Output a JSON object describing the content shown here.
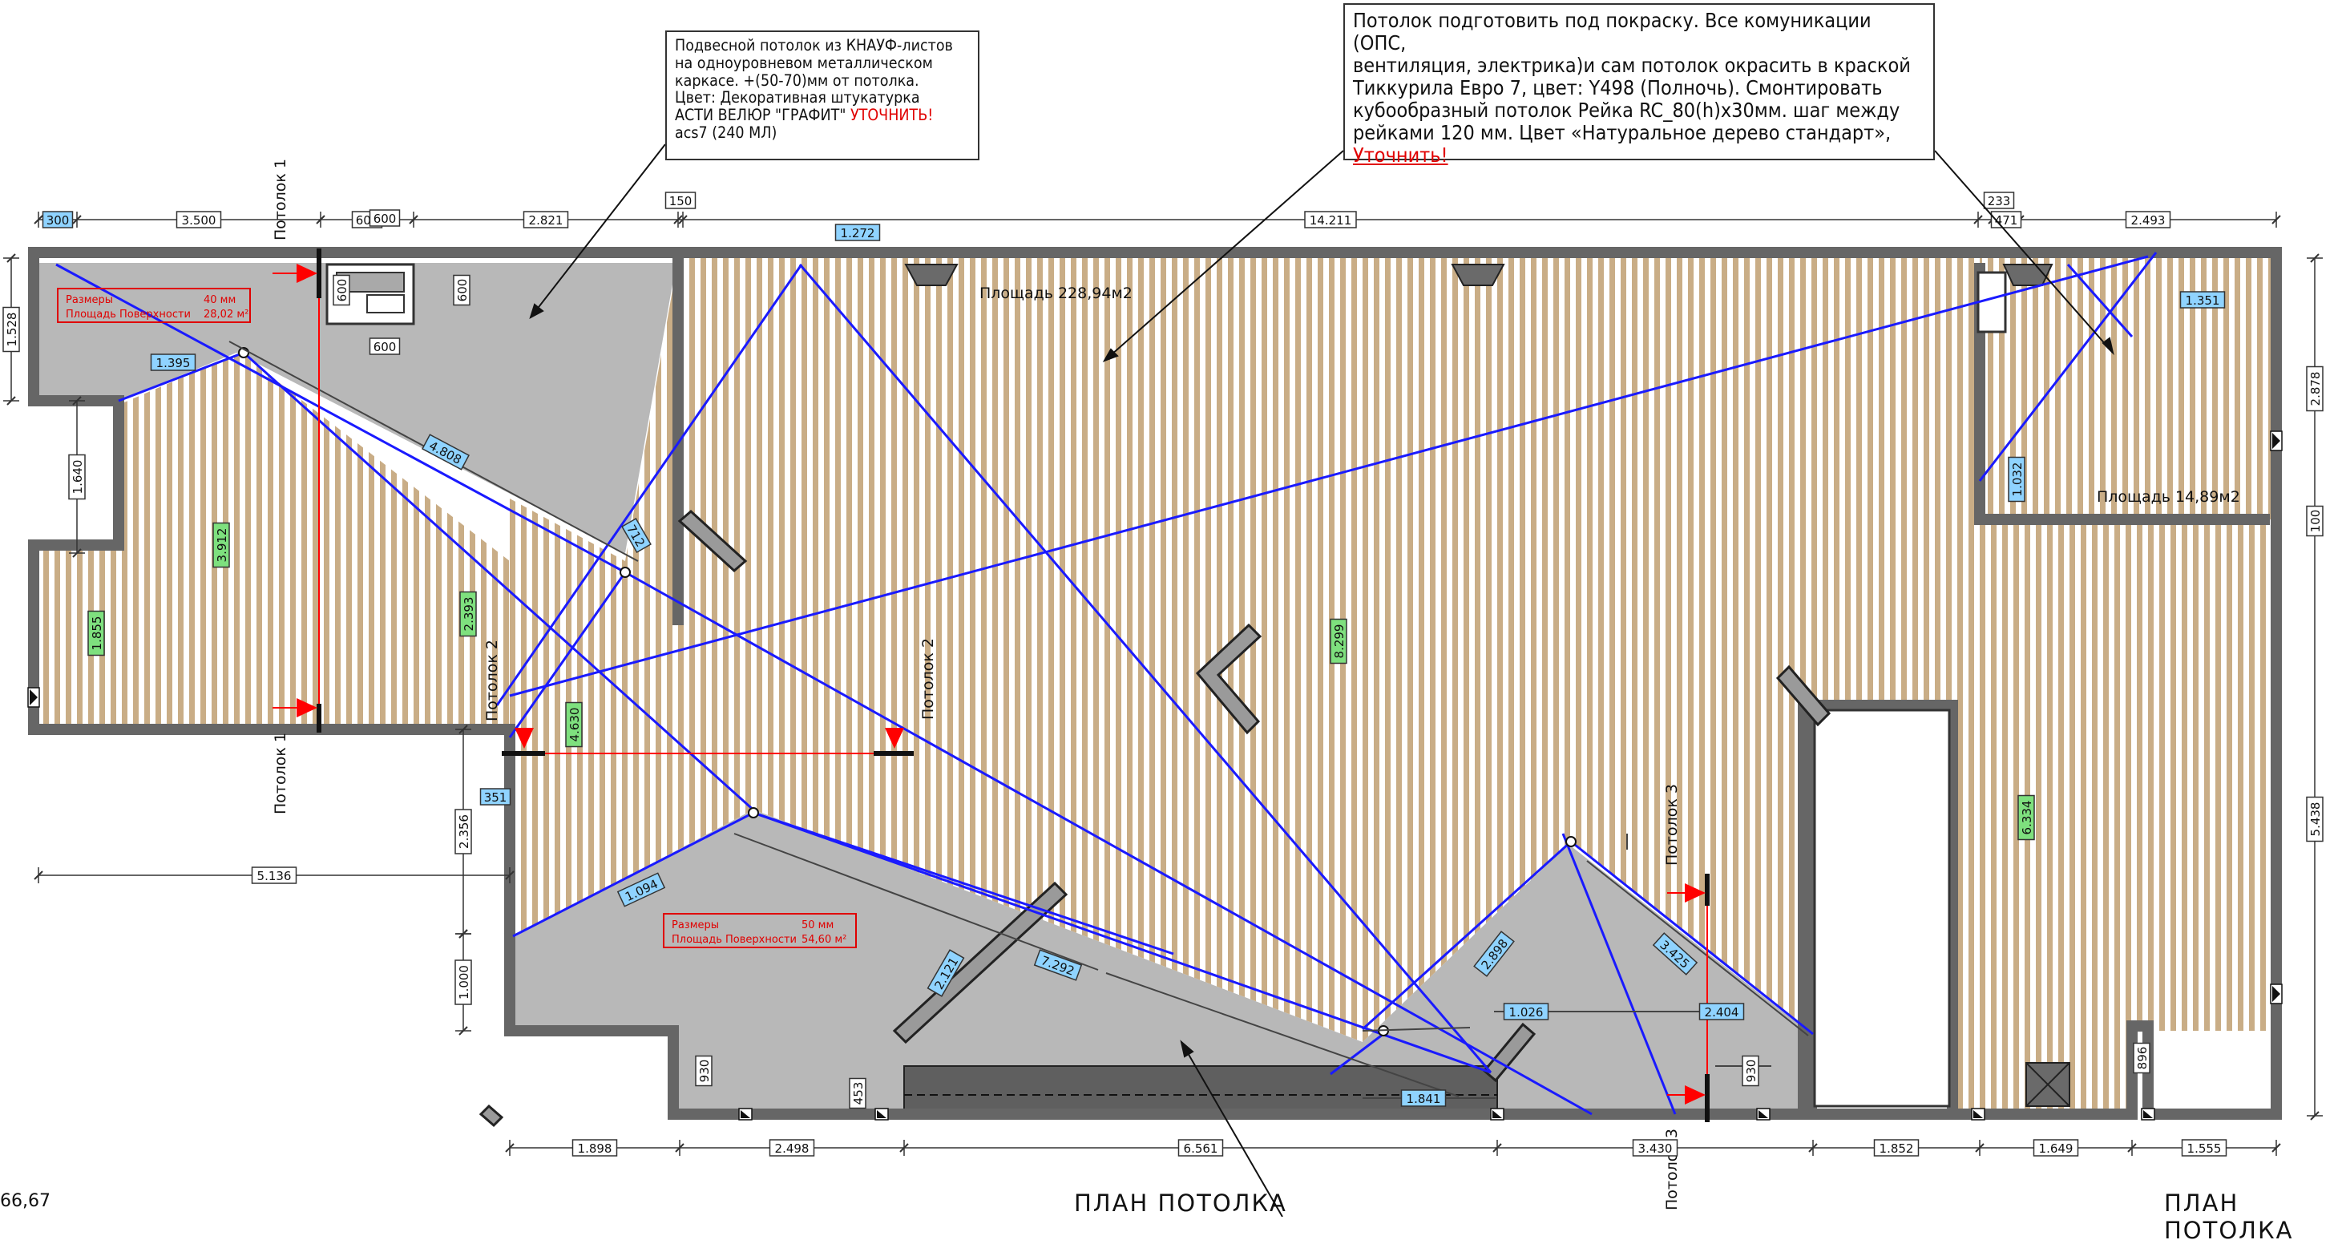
{
  "notes": {
    "note1": {
      "lines": [
        "Подвесной потолок из КНАУФ-листов",
        "на одноуровневом металлическом",
        "каркасе. +(50-70)мм от потолка.",
        "Цвет: Декоративная штукатурка"
      ],
      "line5_text": "АСТИ ВЕЛЮР \"ГРАФИТ\" ",
      "line5_red": "УТОЧНИТЬ!",
      "line6": "acs7 (240 МЛ)"
    },
    "note2": {
      "lines": [
        "Потолок подготовить под покраску. Все комуникации (ОПС,",
        "вентиляция, электрика)и сам потолок окрасить в краской",
        "Тиккурила Евро 7, цвет: Y498 (Полночь). Смонтировать",
        "кубообразный потолок Рейка RC_80(h)x30мм. шаг между",
        "рейками 120 мм. Цвет «Натуральное дерево стандарт»,"
      ],
      "red_line": "Уточнить!"
    }
  },
  "titles": {
    "plan_title_center": "ПЛАН ПОТОЛКА",
    "plan_title_right": "ПЛАН ПОТОЛКА",
    "corner_value": "66,67"
  },
  "areas": {
    "main": "Площадь 228,94м2",
    "room": "Площадь 14,89м2"
  },
  "specs": {
    "upper": {
      "l1_label": "Размеры",
      "l1_value": "40 мм",
      "l2_label": "Площадь Поверхности",
      "l2_value": "28,02 м²"
    },
    "lower": {
      "l1_label": "Размеры",
      "l1_value": "50 мм",
      "l2_label": "Площадь Поверхности",
      "l2_value": "54,60 м²"
    }
  },
  "sections": {
    "p1": "Потолок 1",
    "p2": "Потолок 2",
    "p3": "Потолок 3"
  },
  "dims": {
    "top": [
      "300",
      "3.500",
      "600",
      "2.821",
      "150",
      "14.211",
      "233",
      "471",
      "2.493"
    ],
    "bottom": [
      "1.898",
      "2.498",
      "6.561",
      "3.430",
      "1.852",
      "1.649",
      "1.555"
    ],
    "right": [
      "2.878",
      "100",
      "5.438"
    ],
    "left": [
      "1.528",
      "1.640",
      "2.356",
      "1.000"
    ],
    "shaft": [
      "600",
      "600",
      "600"
    ],
    "misc": [
      "5.136",
      "930",
      "453",
      "930",
      "896"
    ],
    "blue": [
      "1.272",
      "1.395",
      "4.808",
      "712",
      "1.351",
      "1.032",
      "351",
      "1.094",
      "7.292",
      "2.121",
      "2.898",
      "3.425",
      "1.026",
      "2.404",
      "1.841"
    ],
    "green": [
      "3.912",
      "1.855",
      "2.393",
      "4.630",
      "8.299",
      "6.334"
    ]
  },
  "colors": {
    "wall": "#666666",
    "gray_ceiling": "#b8b8b8",
    "slat": "#c9ad86",
    "diag_blue": "#1a1aff",
    "section_red": "#ff0000",
    "dim_blue_fill": "#8fd3ff",
    "dim_green_fill": "#7ee07e"
  }
}
